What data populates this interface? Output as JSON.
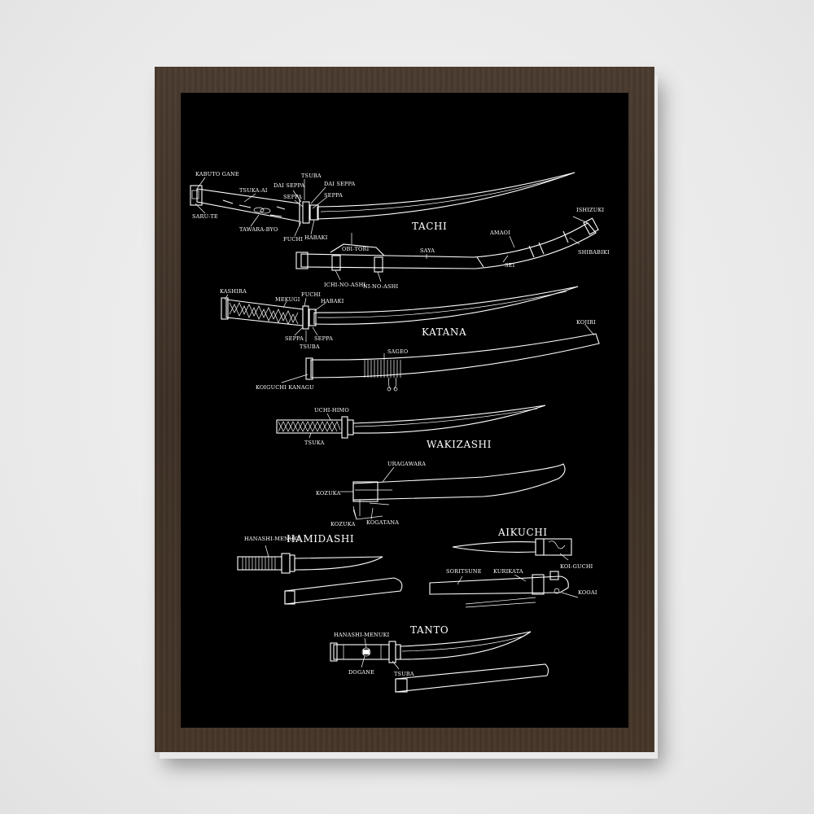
{
  "colors": {
    "wall": "#ececec",
    "frame": "#3d3026",
    "poster_bg": "#000000",
    "ink": "#ffffff"
  },
  "titles": {
    "tachi": "TACHI",
    "katana": "KATANA",
    "wakizashi": "WAKIZASHI",
    "hamidashi": "HAMIDASHI",
    "aikuchi": "AIKUCHI",
    "tanto": "TANTO"
  },
  "labels": {
    "kabuto_gane": "KABUTO GANE",
    "tsuka_ai": "TSUKA-AI",
    "dai_seppa_1": "DAI SEPPA",
    "tsuba_1": "TSUBA",
    "dai_seppa_2": "DAI SEPPA",
    "seppa_1": "SEPPA",
    "seppa_2": "SEPPA",
    "saru_te": "SARU-TE",
    "tawara_byo": "TAWARA-BYO",
    "fuchi_1": "FUCHI",
    "habaki_1": "HABAKI",
    "ishizuki": "ISHIZUKI",
    "amaoi": "AMAOI",
    "obi_tori": "OBI-TORI",
    "saya": "SAYA",
    "shibabiki": "SHIBABIKI",
    "sei": "SEI",
    "ichi_no_ashi": "ICHI-NO-ASHI",
    "ni_no_ashi": "NI-NO-ASHI",
    "kashira": "KASHIRA",
    "fuchi_2": "FUCHI",
    "mekugi": "MEKUGI",
    "habaki_2": "HABAKI",
    "seppa_3": "SEPPA",
    "seppa_4": "SEPPA",
    "tsuba_2": "TSUBA",
    "kojiri": "KOJIRI",
    "sageo": "SAGEO",
    "koiguchi_kanagu": "KOIGUCHI KANAGU",
    "uchi_himo": "UCHI-HIMO",
    "tsuka": "TSUKA",
    "uragawara": "URAGAWARA",
    "kozuka_1": "KOZUKA",
    "kozuka_2": "KOZUKA",
    "kogatana": "KOGATANA",
    "hanashi_menuki_1": "HANASHI-MENUKI",
    "koi_guchi": "KOI-GUCHI",
    "soritsune": "SORITSUNE",
    "kurikata": "KURIKATA",
    "kooai": "KOOAI",
    "hanashi_menuki_2": "HANASHI-MENUKI",
    "dogane": "DOGANE",
    "tsuba_3": "TSUBA"
  }
}
